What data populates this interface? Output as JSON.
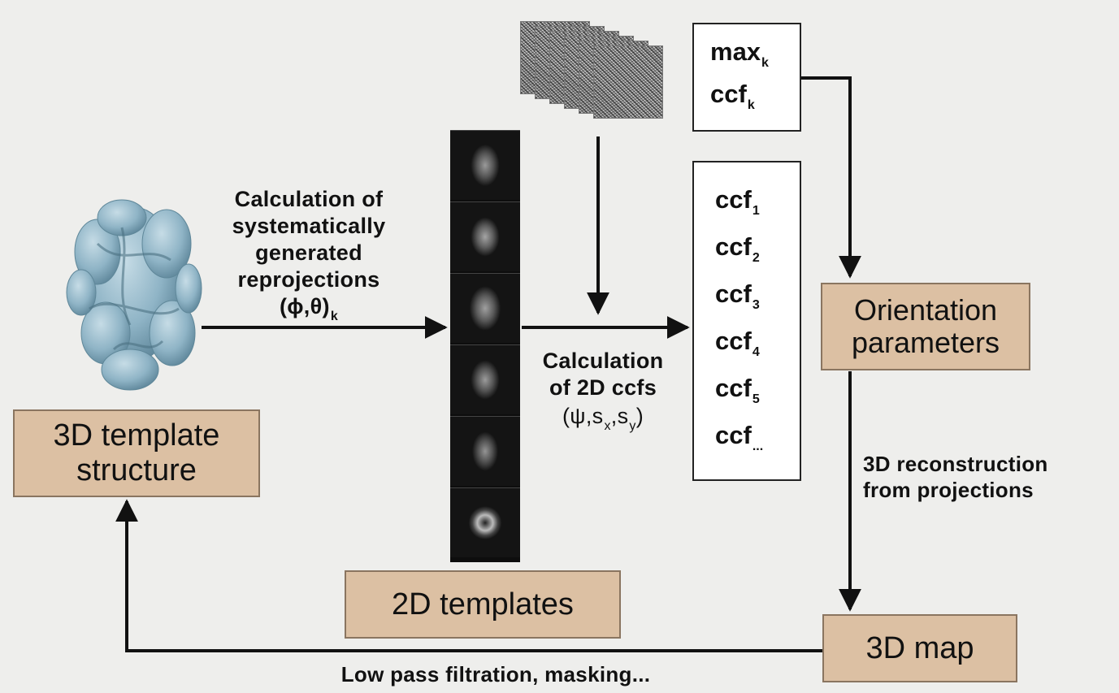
{
  "boxes": {
    "template_structure": "3D template\nstructure",
    "templates_2d": "2D templates",
    "orientation": "Orientation\nparameters",
    "map_3d": "3D map"
  },
  "labels": {
    "reprojections": "Calculation of\nsystematically\ngenerated\nreprojections\n(ϕ,θ)",
    "reprojections_sub": "k",
    "ccfs_line1": "Calculation\nof 2D ccfs",
    "ccfs_params_a": "(ψ,s",
    "ccfs_params_x": "x",
    "ccfs_params_b": ",s",
    "ccfs_params_y": "y",
    "ccfs_params_c": ")",
    "reconstruction": "3D reconstruction\nfrom projections",
    "filtration": "Low pass filtration, masking..."
  },
  "max_box": {
    "max": "max",
    "max_sub": "k",
    "ccf": "ccf",
    "ccf_sub": "k"
  },
  "ccf_list": [
    {
      "base": "ccf",
      "sub": "1"
    },
    {
      "base": "ccf",
      "sub": "2"
    },
    {
      "base": "ccf",
      "sub": "3"
    },
    {
      "base": "ccf",
      "sub": "4"
    },
    {
      "base": "ccf",
      "sub": "5"
    },
    {
      "base": "ccf",
      "sub": "..."
    }
  ],
  "colors": {
    "tan_box": "#dcc0a3",
    "protein": "#8fb4c6",
    "background": "#eeeeec"
  }
}
